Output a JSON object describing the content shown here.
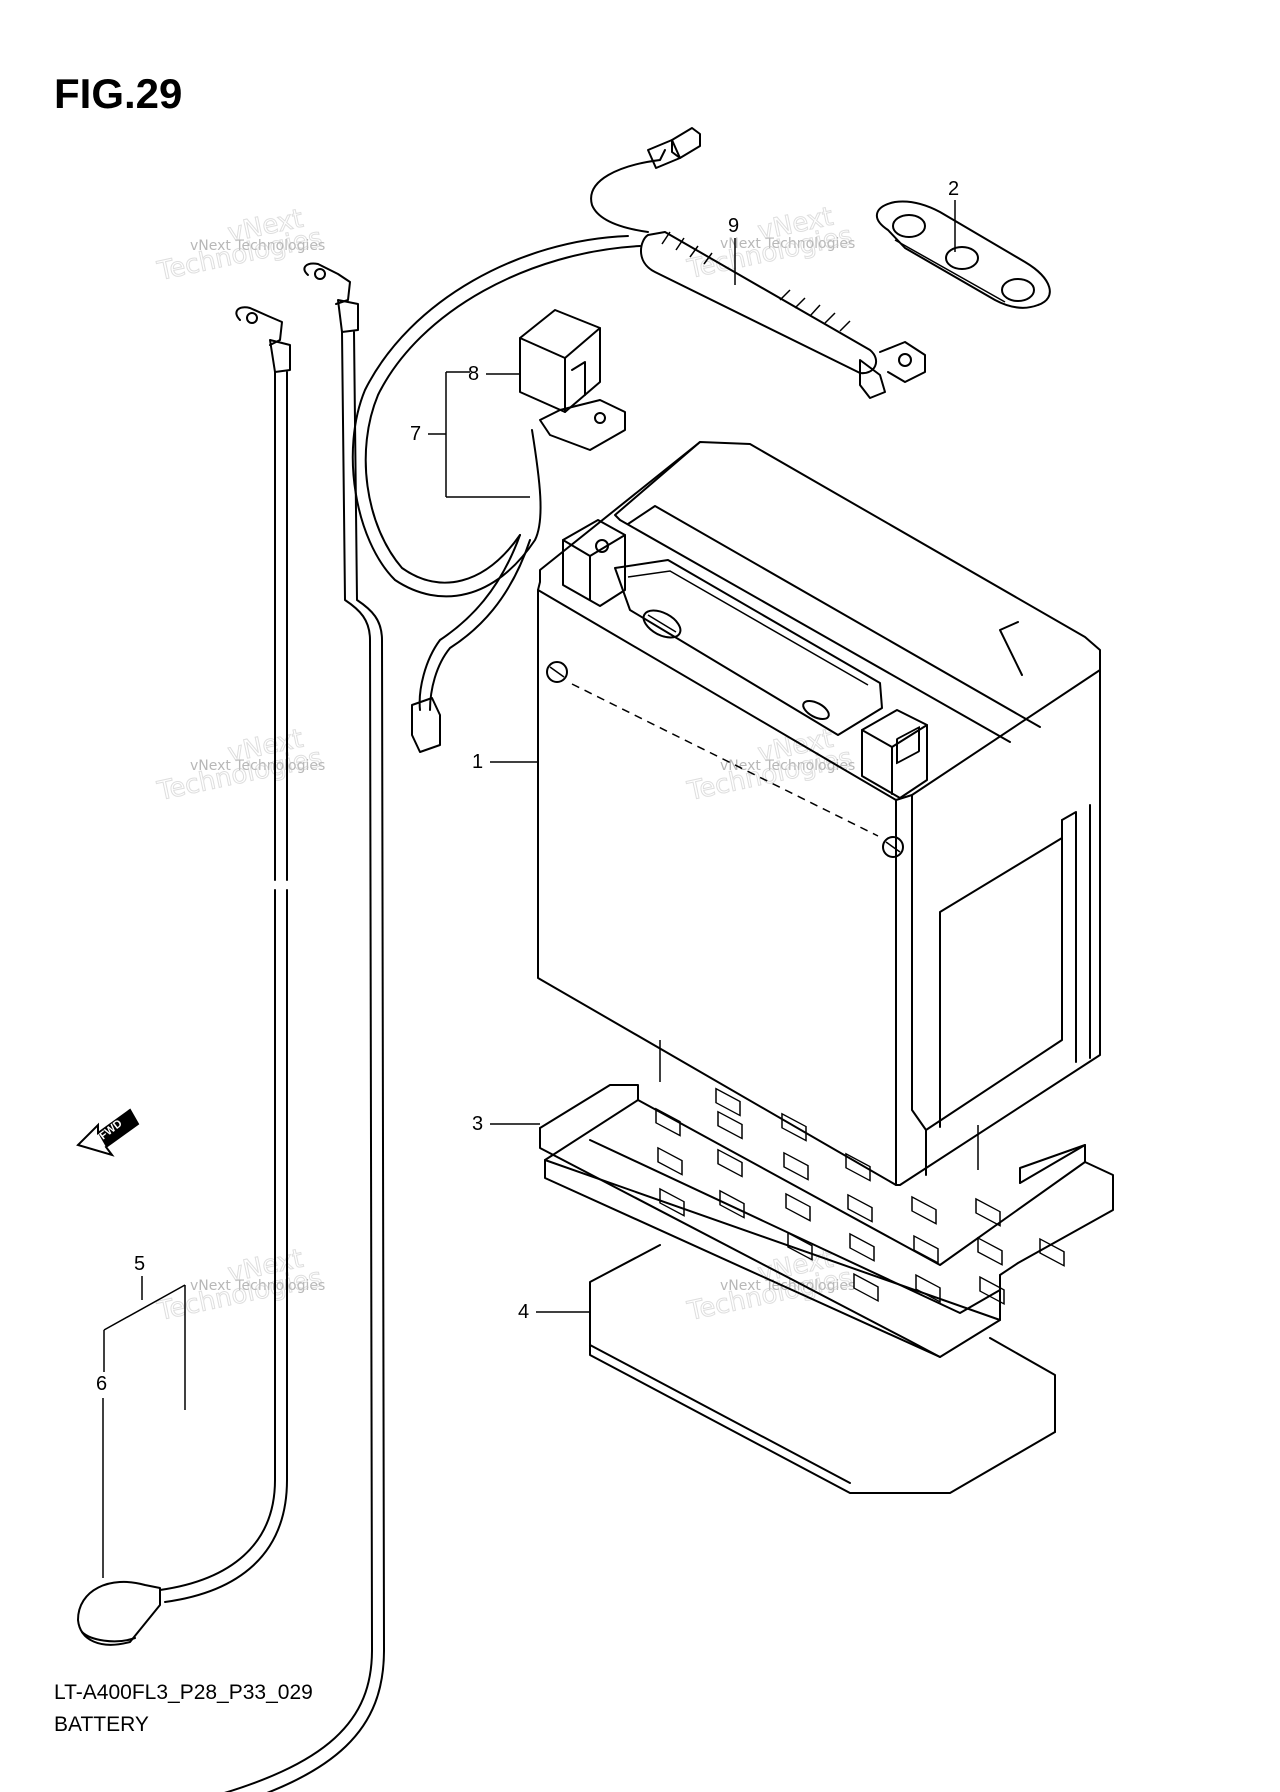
{
  "figure": {
    "title": "FIG.29"
  },
  "footer": {
    "code": "LT-A400FL3_P28_P33_029",
    "name": "BATTERY"
  },
  "callouts": [
    "1",
    "2",
    "3",
    "4",
    "5",
    "6",
    "7",
    "8",
    "9"
  ],
  "direction_badge": "FWD",
  "watermark": {
    "line1": "vNext Technologies",
    "line2": "Technologies",
    "line3": "vNext"
  }
}
